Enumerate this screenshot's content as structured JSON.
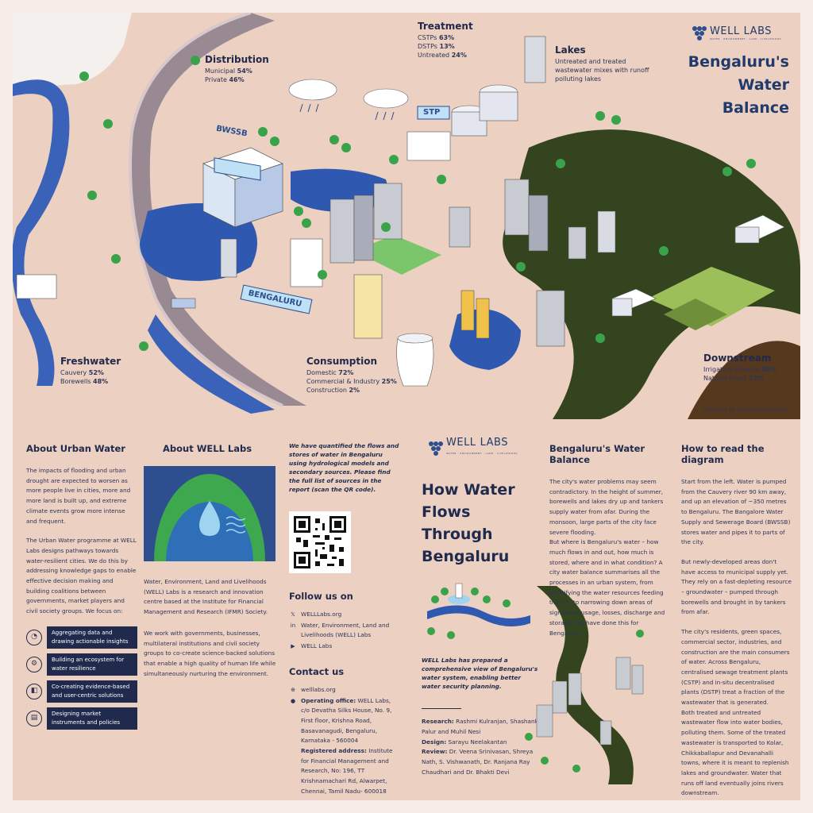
{
  "poster": {
    "title": "Bengaluru's Water Balance",
    "designed_by": "Designed by Sarayu Neelakantan",
    "logo": {
      "word_a": "WELL",
      "word_b": "LABS",
      "tagline": "WATER · ENVIRONMENT · LAND · LIVELIHOODS"
    },
    "labels": {
      "distribution": {
        "title": "Distribution",
        "rows": [
          {
            "name": "Municipal",
            "value": "54%"
          },
          {
            "name": "Private",
            "value": "46%"
          }
        ]
      },
      "treatment": {
        "title": "Treatment",
        "rows": [
          {
            "name": "CSTPs",
            "value": "63%"
          },
          {
            "name": "DSTPs",
            "value": "13%"
          },
          {
            "name": "Untreated",
            "value": "24%"
          }
        ]
      },
      "lakes": {
        "title": "Lakes",
        "text": "Untreated and treated wastewater mixes with runoff polluting lakes"
      },
      "freshwater": {
        "title": "Freshwater",
        "rows": [
          {
            "name": "Cauvery",
            "value": "52%"
          },
          {
            "name": "Borewells",
            "value": "48%"
          }
        ]
      },
      "consumption": {
        "title": "Consumption",
        "rows": [
          {
            "name": "Domestic",
            "value": "72%"
          },
          {
            "name": "Commercial & Industry",
            "value": "25%"
          },
          {
            "name": "Construction",
            "value": "2%"
          }
        ]
      },
      "downstream": {
        "title": "Downstream",
        "rows": [
          {
            "name": "Irrigation Projects",
            "value": "28%"
          },
          {
            "name": "Natural Flows",
            "value": "72%"
          }
        ]
      }
    },
    "signs": {
      "bwssb": "BWSSB",
      "stp": "STP",
      "bengaluru": "BENGALURU"
    }
  },
  "about_urban": {
    "title": "About Urban Water",
    "p1": "The impacts of flooding and urban drought are expected to worsen as more people live in cities, more and more land is built up, and extreme climate events grow more intense and frequent.",
    "p2": "The Urban Water programme at WELL Labs designs pathways towards water-resilient cities. We do this by addressing knowledge gaps to enable effective decision making and building coalitions between governments, market players and civil society groups. We focus on:",
    "focus": [
      {
        "icon": "data-icon",
        "glyph": "◔",
        "text": "Aggregating data and drawing actionable insights"
      },
      {
        "icon": "ecosystem-icon",
        "glyph": "⚙",
        "text": "Building an ecosystem for water resilience"
      },
      {
        "icon": "cocreate-icon",
        "glyph": "◧",
        "text": "Co-creating evidence-based and user-centric solutions"
      },
      {
        "icon": "market-icon",
        "glyph": "▤",
        "text": "Designing market instruments and policies"
      }
    ]
  },
  "about_well": {
    "title": "About WELL Labs",
    "p1": "Water, Environment, Land and Livelihoods (WELL) Labs is a research and innovation centre based at the Institute for Financial Management and Research (IFMR) Society.",
    "p2": "We work with governments, businesses, multilateral institutions and civil society groups to co-create science-backed solutions that enable a high quality of human life while simultaneously nurturing the environment."
  },
  "sources": {
    "lead": "We have quantified the flows and stores of water in Bengaluru using hydrological models and secondary sources. Please find the full list of sources in the report (scan the QR code)."
  },
  "follow": {
    "title": "Follow us on",
    "items": [
      {
        "icon": "x-icon",
        "glyph": "𝕏",
        "text": "WELLLabs.org"
      },
      {
        "icon": "linkedin-icon",
        "glyph": "in",
        "text": "Water, Environment, Land and Livelihoods (WELL) Labs"
      },
      {
        "icon": "youtube-icon",
        "glyph": "▶",
        "text": "WELL Labs"
      }
    ]
  },
  "contact": {
    "title": "Contact us",
    "website": "welllabs.org",
    "office_label": "Operating office:",
    "office": "WELL Labs, c/o Devatha Silks House, No. 9, First floor, Krishna Road, Basavanagudi, Bengaluru, Karnataka - 560004",
    "registered_label": "Registered address:",
    "registered": "Institute for Financial Management and Research, No: 196, TT Krishnamachari Rd, Alwarpet, Chennai, Tamil Nadu- 600018"
  },
  "center": {
    "title_l1": "How Water",
    "title_l2": "Flows",
    "title_l3": "Through",
    "title_l4": "Bengaluru",
    "lead": "WELL Labs has prepared a comprehensive view of Bengaluru's water system, enabling better water security planning.",
    "research_label": "Research:",
    "research": "Rashmi Kulranjan, Shashank Palur and Muhil Nesi",
    "design_label": "Design:",
    "design": "Sarayu Neelakantan",
    "review_label": "Review:",
    "review": "Dr. Veena Srinivasan, Shreya Nath, S. Vishwanath, Dr. Ranjana Ray Chaudhari and Dr. Bhakti Devi"
  },
  "balance": {
    "title": "Bengaluru's Water Balance",
    "p1": "The city's water problems may seem contradictory. In the height of summer, borewells and lakes dry up and tankers supply water from afar. During the monsoon, large parts of the city face severe flooding.",
    "p2": "But where is Bengaluru's water – how much flows in and out, how much is stored, where and in what condition? A city water balance summarises all the processes in an urban system, from identifying the water resources feeding the city to narrowing down areas of significant usage, losses, discharge and storage. We have done this for Bengaluru."
  },
  "howto": {
    "title": "How to read the diagram",
    "p1": "Start from the left. Water is pumped from the Cauvery river 90 km away, and up an elevation of ~350 metres to Bengaluru. The Bangalore Water Supply and Sewerage Board (BWSSB) stores water and pipes it to parts of the city.",
    "p2": "But newly-developed areas don't have access to municipal supply yet. They rely on a fast-depleting resource – groundwater – pumped through borewells and brought in by tankers from afar.",
    "p3": "The city's residents, green spaces, commercial sector, industries, and construction are the main consumers of water. Across Bengaluru, centralised sewage treatment plants (CSTP) and in-situ decentralised plants (DSTP) treat a fraction of the wastewater that is generated.",
    "p4": "Both treated and untreated wastewater flow into water bodies, polluting them. Some of the treated wastewater is transported to Kolar, Chikkaballapur and Devanahalli towns, where it is meant to replenish lakes and groundwater. Water that runs off land eventually joins rivers downstream."
  }
}
